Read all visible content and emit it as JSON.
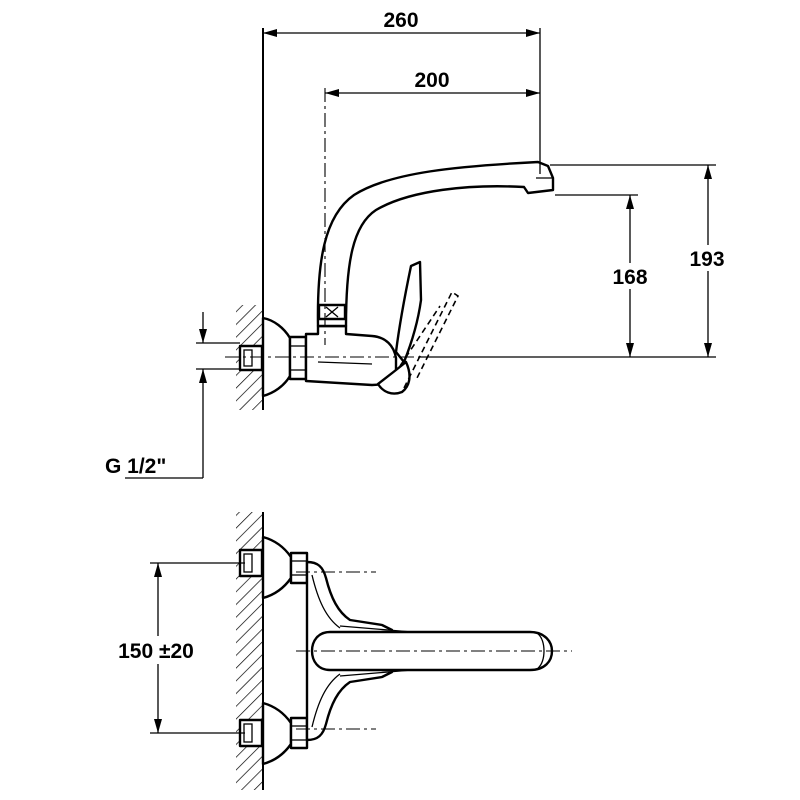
{
  "side_view": {
    "dim_overall_reach": "260",
    "dim_spout_reach": "200",
    "dim_overall_height": "193",
    "dim_outlet_height": "168",
    "dim_connection_thread": "G 1/2\""
  },
  "top_view": {
    "dim_inlet_spacing": "150 ±20"
  }
}
